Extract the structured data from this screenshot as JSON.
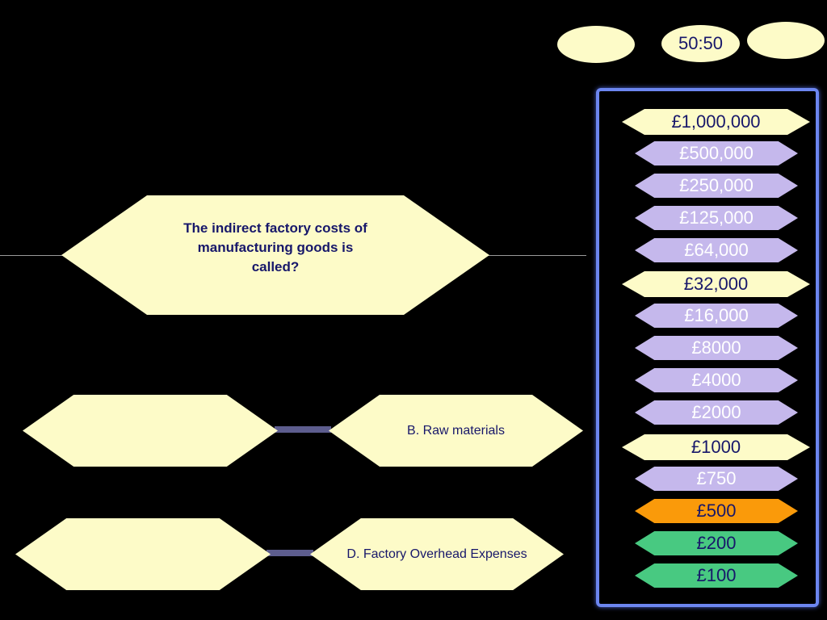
{
  "lifelines": {
    "ask_audience": "",
    "fifty_fifty": "50:50",
    "phone_friend": ""
  },
  "question": {
    "text": "The indirect factory costs of manufacturing goods is called?"
  },
  "answers": {
    "a": "",
    "b": "B. Raw materials",
    "c": "",
    "d": "D. Factory Overhead Expenses"
  },
  "ladder": [
    {
      "label": "£1,000,000",
      "milestone": true,
      "fill": "#fdfbc8",
      "text_color": "#17176a"
    },
    {
      "label": "£500,000",
      "milestone": false,
      "fill": "#c5b8ec",
      "text_color": "#ffffff"
    },
    {
      "label": "£250,000",
      "milestone": false,
      "fill": "#c5b8ec",
      "text_color": "#ffffff"
    },
    {
      "label": "£125,000",
      "milestone": false,
      "fill": "#c5b8ec",
      "text_color": "#ffffff"
    },
    {
      "label": "£64,000",
      "milestone": false,
      "fill": "#c5b8ec",
      "text_color": "#ffffff"
    },
    {
      "label": "£32,000",
      "milestone": true,
      "fill": "#fdfbc8",
      "text_color": "#17176a"
    },
    {
      "label": "£16,000",
      "milestone": false,
      "fill": "#c5b8ec",
      "text_color": "#ffffff"
    },
    {
      "label": "£8000",
      "milestone": false,
      "fill": "#c5b8ec",
      "text_color": "#ffffff"
    },
    {
      "label": "£4000",
      "milestone": false,
      "fill": "#c5b8ec",
      "text_color": "#ffffff"
    },
    {
      "label": "£2000",
      "milestone": false,
      "fill": "#c5b8ec",
      "text_color": "#ffffff"
    },
    {
      "label": "£1000",
      "milestone": true,
      "fill": "#fdfbc8",
      "text_color": "#17176a"
    },
    {
      "label": "£750",
      "milestone": false,
      "fill": "#c5b8ec",
      "text_color": "#ffffff"
    },
    {
      "label": "£500",
      "milestone": false,
      "fill": "#fa9a0a",
      "text_color": "#17176a"
    },
    {
      "label": "£200",
      "milestone": false,
      "fill": "#48c981",
      "text_color": "#17176a"
    },
    {
      "label": "£100",
      "milestone": false,
      "fill": "#48c981",
      "text_color": "#17176a"
    }
  ],
  "colors": {
    "background": "#000000",
    "box_fill": "#fdfbc8",
    "text_navy": "#17176a",
    "ladder_border": "#6c86f0",
    "connector_bar": "#5d5d8e"
  }
}
